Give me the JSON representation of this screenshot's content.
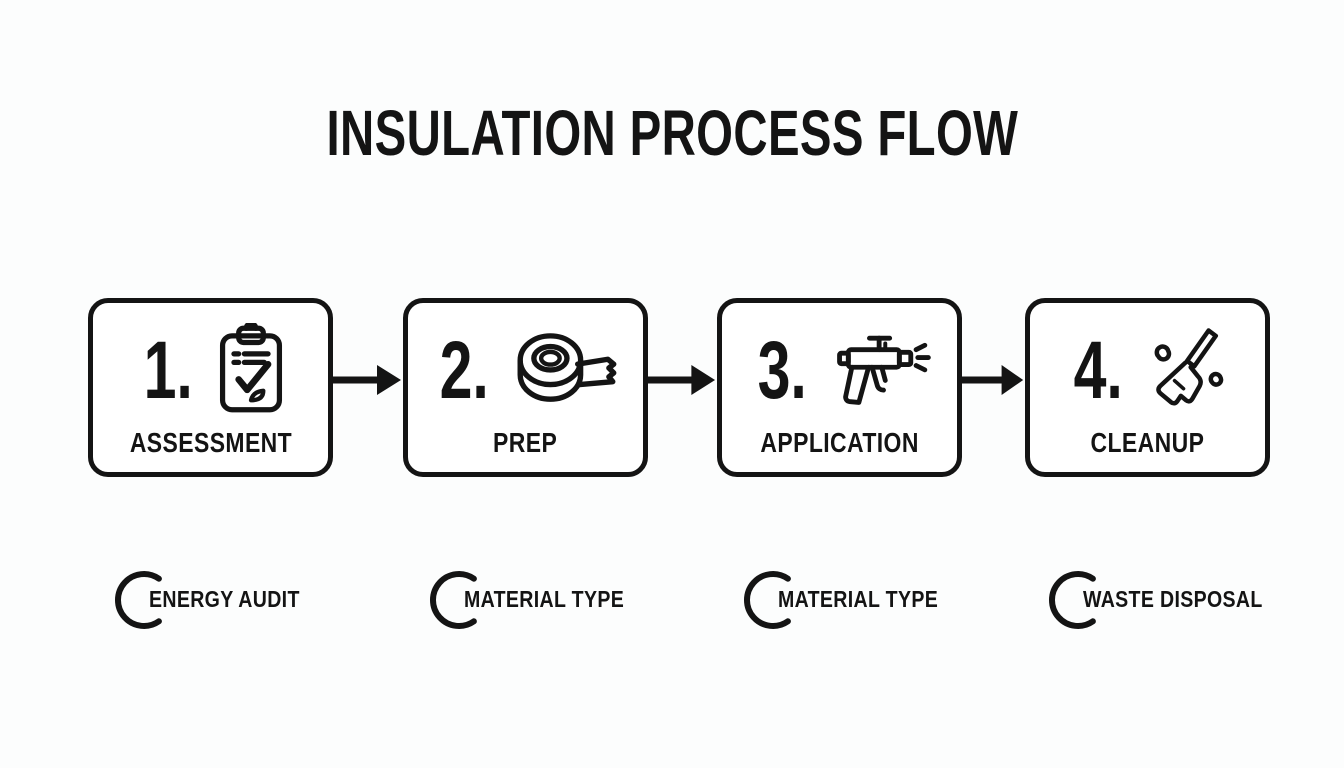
{
  "title": "INSULATION PROCESS FLOW",
  "colors": {
    "background": "#fcfdfd",
    "ink": "#141414",
    "box_fill": "#ffffff"
  },
  "steps": [
    {
      "number": "1.",
      "label": "ASSESSMENT",
      "icon": "clipboard-checklist-icon",
      "tag": "ENERGY AUDIT"
    },
    {
      "number": "2.",
      "label": "PREP",
      "icon": "tape-roll-icon",
      "tag": "MATERIAL TYPE"
    },
    {
      "number": "3.",
      "label": "APPLICATION",
      "icon": "spray-gun-icon",
      "tag": "MATERIAL TYPE"
    },
    {
      "number": "4.",
      "label": "CLEANUP",
      "icon": "broom-icon",
      "tag": "WASTE DISPOSAL"
    }
  ]
}
